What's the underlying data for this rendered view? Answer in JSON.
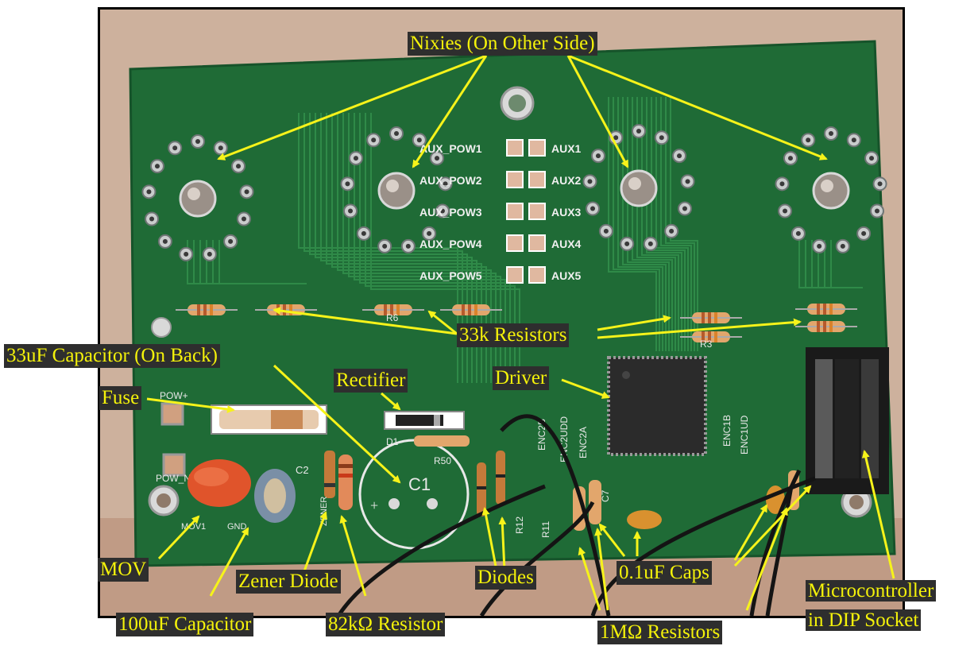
{
  "labels": {
    "nixies": "Nixies (On Other Side)",
    "cap33": "33uF Capacitor (On Back)",
    "fuse": "Fuse",
    "rectifier": "Rectifier",
    "driver": "Driver",
    "res33k": "33k Resistors",
    "mov": "MOV",
    "zener": "Zener Diode",
    "diodes": "Diodes",
    "caps01": "0.1uF Caps",
    "cap100": "100uF Capacitor",
    "res82k": "82kΩ Resistor",
    "res1m": "1MΩ Resistors",
    "mcu_line1": "Microcontroller",
    "mcu_line2": "in DIP Socket"
  },
  "board_silkscreen": {
    "aux_pow": [
      "AUX_POW1",
      "AUX_POW2",
      "AUX_POW3",
      "AUX_POW4",
      "AUX_POW5"
    ],
    "aux": [
      "AUX1",
      "AUX2",
      "AUX3",
      "AUX4",
      "AUX5"
    ],
    "c1": "C1",
    "c2": "C2",
    "c7": "C7",
    "d1": "D1",
    "r50": "R50",
    "pow_plus": "POW+",
    "pow_minus": "POW_N",
    "zener_mark": "ZENER",
    "mov1": "MOV1",
    "gnd": "GND",
    "enc2b": "ENC2B",
    "enc2udd": "ENC2UDD",
    "enc2a": "ENC2A",
    "enc1b": "ENC1B",
    "enc1ud": "ENC1UD",
    "r12": "R12",
    "r11": "R11",
    "r3": "R3",
    "r6": "R6"
  },
  "colors": {
    "label_bg": "#2e2e2e",
    "label_text": "#f4f20a",
    "arrow": "#f6f31a",
    "pcb": "#1f6b36",
    "pcb_trace": "#2f8a48",
    "pad": "#c9cccc"
  }
}
